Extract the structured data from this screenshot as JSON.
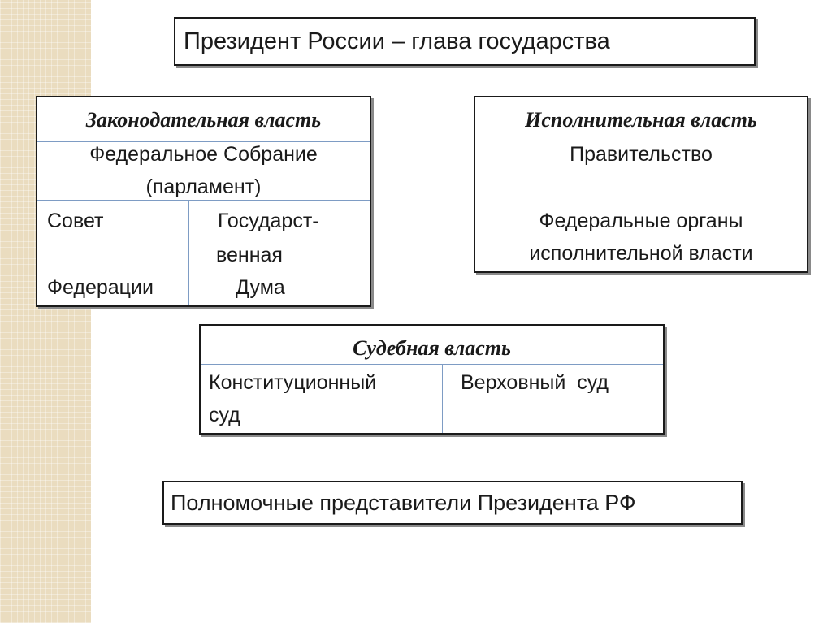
{
  "president": {
    "text": "Президент России – глава государства"
  },
  "legislative": {
    "header": "Законодательная власть",
    "body_line1": "Федеральное Собрание",
    "body_line2": "(парламент)",
    "council_line1": "Совет",
    "council_line2": "Федерации",
    "duma_line1": "Государст-",
    "duma_line2": "венная",
    "duma_line3": "Дума"
  },
  "executive": {
    "header": "Исполнительная власть",
    "government": "Правительство",
    "agencies_line1": "Федеральные органы",
    "agencies_line2": "исполнительной власти"
  },
  "judicial": {
    "header": "Судебная власть",
    "constitutional_line1": "Конституционный",
    "constitutional_line2": "суд",
    "supreme": "Верховный  суд"
  },
  "representatives": {
    "text": "Полномочные представители Президента РФ"
  }
}
